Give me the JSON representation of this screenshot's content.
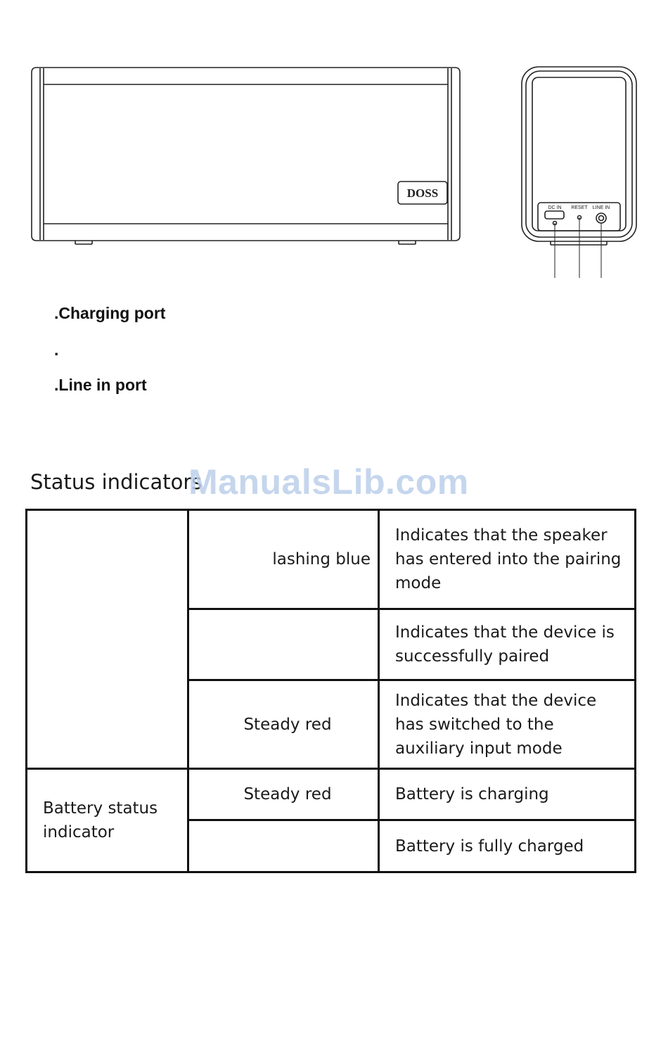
{
  "diagram": {
    "brand_logo": "DOSS",
    "port_labels": [
      "DC IN",
      "RESET",
      "LINE IN"
    ]
  },
  "ports": [
    {
      "label": ".Charging port"
    },
    {
      "label": "."
    },
    {
      "label": ".Line in port"
    }
  ],
  "section": {
    "title": "Status indicators"
  },
  "watermark": "ManualsLib.com",
  "status_table": {
    "rows": [
      {
        "group": "",
        "status": "lashing blue",
        "meaning": "Indicates that the speaker has entered into the pairing mode"
      },
      {
        "group": "",
        "status": "",
        "meaning": "Indicates that the device is successfully paired"
      },
      {
        "group": "",
        "status": "Steady red",
        "meaning": "Indicates that the device has switched to the auxiliary input mode"
      },
      {
        "group": "Battery status indicator",
        "status": "Steady red",
        "meaning": "Battery is charging"
      },
      {
        "group": "Battery status indicator",
        "status": "",
        "meaning": "Battery is fully charged"
      }
    ]
  }
}
